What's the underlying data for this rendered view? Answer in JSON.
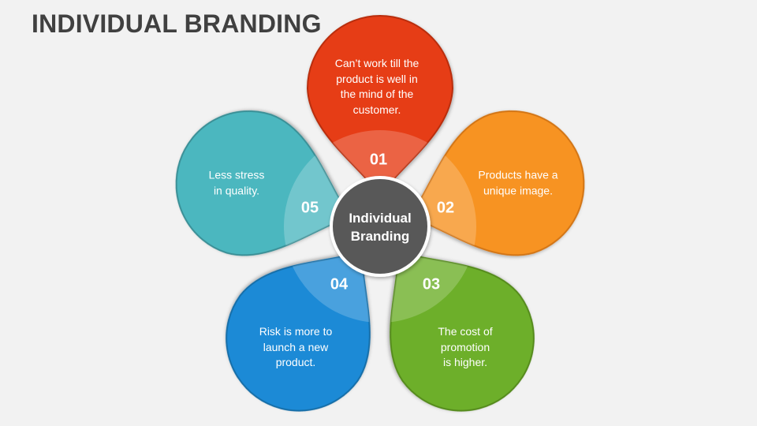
{
  "title": "INDIVIDUAL BRANDING",
  "center": {
    "label_line1": "Individual",
    "label_line2": "Branding",
    "color": "#595959"
  },
  "petals": [
    {
      "number": "01",
      "lines": [
        "Can’t work till the",
        "product is well in",
        "the mind of the",
        "customer."
      ],
      "color": "#e63c16"
    },
    {
      "number": "02",
      "lines": [
        "Products have a",
        "unique image."
      ],
      "color": "#f79324"
    },
    {
      "number": "03",
      "lines": [
        "The cost of",
        "promotion",
        "is higher."
      ],
      "color": "#6daf2a"
    },
    {
      "number": "04",
      "lines": [
        "Risk is more to",
        "launch a new",
        "product."
      ],
      "color": "#1c8ad6"
    },
    {
      "number": "05",
      "lines": [
        "Less stress",
        "in quality."
      ],
      "color": "#4bb7bf"
    }
  ]
}
